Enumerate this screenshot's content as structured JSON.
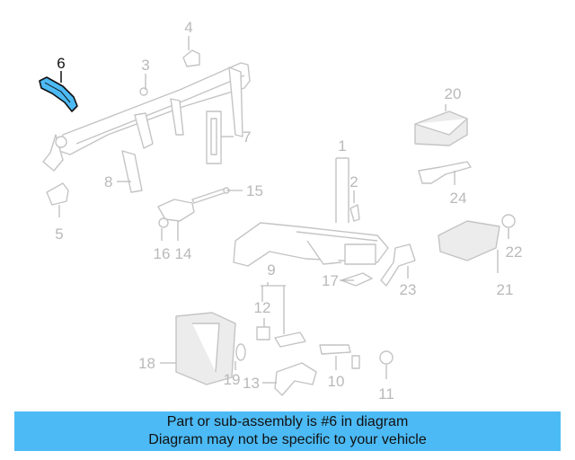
{
  "highlight": {
    "part_number": "6",
    "color": "#4cbaf5"
  },
  "callouts": [
    "1",
    "2",
    "3",
    "4",
    "5",
    "6",
    "7",
    "8",
    "9",
    "10",
    "11",
    "12",
    "13",
    "14",
    "15",
    "16",
    "17",
    "18",
    "19",
    "20",
    "21",
    "22",
    "23",
    "24"
  ],
  "banner": {
    "line1": "Part or sub-assembly is #6 in diagram",
    "line2": "Diagram may not be specific to your vehicle",
    "background": "#4cbaf5"
  }
}
